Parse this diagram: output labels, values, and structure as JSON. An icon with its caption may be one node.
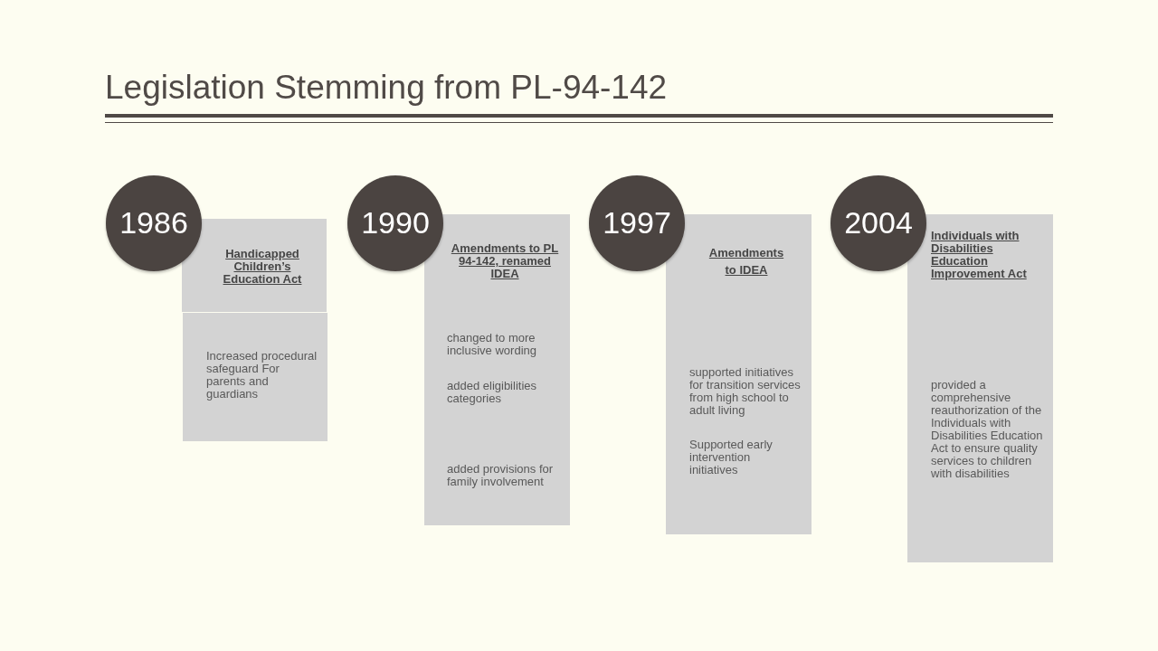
{
  "diagram": {
    "title": "Legislation Stemming from PL-94-142",
    "nodes": [
      {
        "text": [
          "1986"
        ]
      },
      {
        "text": [
          "Handicapped Children’s Education Act"
        ]
      },
      {
        "text": [
          "Increased procedural safeguard For parents and guardians"
        ]
      },
      {
        "text": [
          "1990"
        ]
      },
      {
        "text": [
          "Amendments to PL 94-142, renamed IDEA",
          "changed to more inclusive wording",
          "added eligibilities categories",
          "added provisions for family involvement"
        ]
      },
      {
        "text": [
          "1997"
        ]
      },
      {
        "text": [
          "Amendments to IDEA",
          "supported initiatives for transition services from high school to adult living",
          "Supported early intervention initiatives"
        ]
      },
      {
        "text": [
          "2004"
        ]
      },
      {
        "text": [
          "Individuals with Disabilities Education Improvement Act",
          "provided a comprehensive reauthorization of the Individuals with Disabilities Education Act to ensure quality services to children with disabilities"
        ]
      }
    ]
  }
}
